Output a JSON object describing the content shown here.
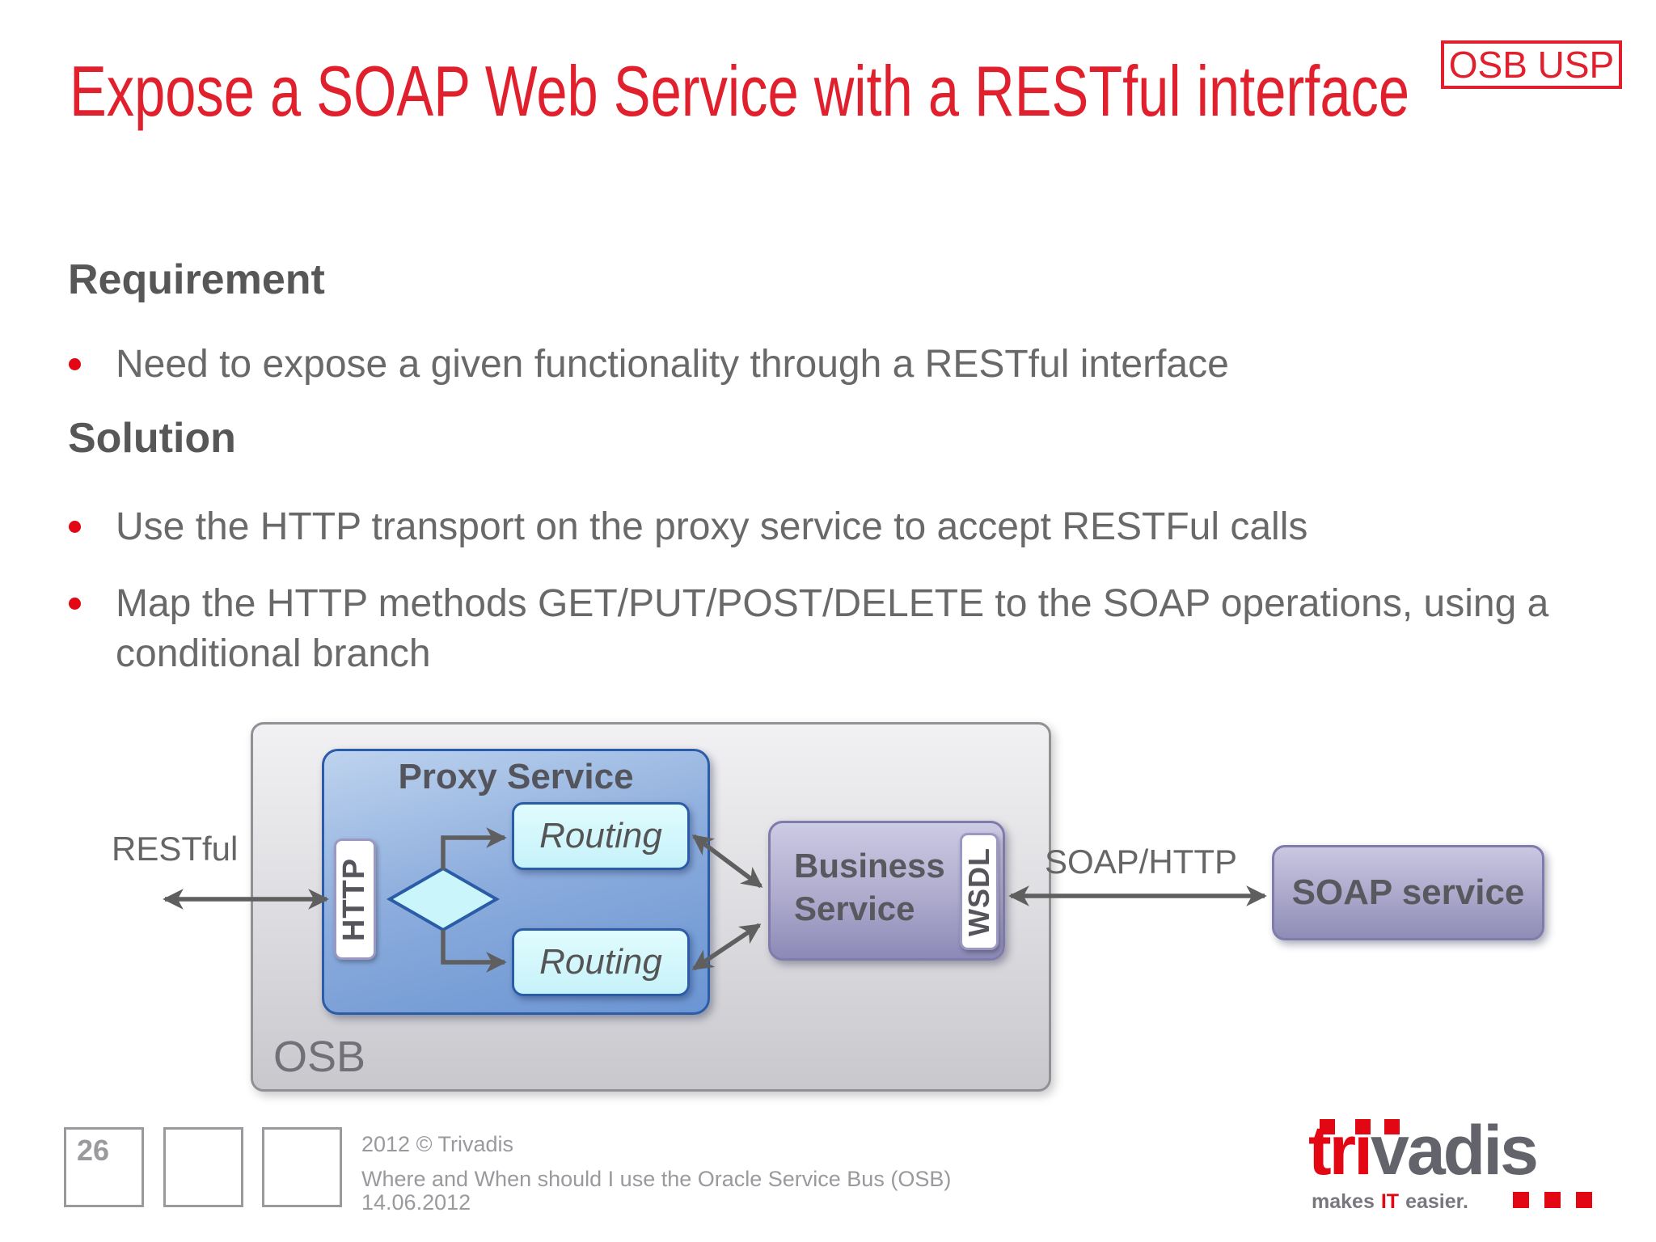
{
  "slide": {
    "title": "Expose a SOAP Web Service with a RESTful interface",
    "badge": "OSB USP"
  },
  "content": {
    "requirement_heading": "Requirement",
    "requirement_bullet": "Need to expose a given functionality through a RESTful interface",
    "solution_heading": "Solution",
    "solution_bullet_1": "Use the HTTP transport on the proxy service to accept RESTFul calls",
    "solution_bullet_2": "Map the HTTP methods GET/PUT/POST/DELETE to the SOAP operations, using a conditional branch"
  },
  "diagram": {
    "osb_label": "OSB",
    "proxy_service_label": "Proxy Service",
    "http_transport_label": "HTTP",
    "routing_top_label": "Routing",
    "routing_bottom_label": "Routing",
    "business_service_label": "Business Service",
    "wsdl_label": "WSDL",
    "soap_service_label": "SOAP service",
    "restful_label": "RESTful",
    "soap_http_label": "SOAP/HTTP"
  },
  "footer": {
    "page_number": "26",
    "copyright": "2012 © Trivadis",
    "presentation_title": "Where and When should I use the Oracle Service Bus (OSB)",
    "date": "14.06.2012"
  },
  "logo": {
    "brand_red": "tri",
    "brand_gray": "vadis",
    "tagline_makes": "makes",
    "tagline_it": "IT",
    "tagline_easier": "easier."
  },
  "colors": {
    "accent_red": "#e1202e",
    "logo_red": "#e30613",
    "heading_gray": "#575757",
    "body_gray": "#696969",
    "footer_gray": "#9a999e",
    "arrow_gray": "#5f5f5f",
    "proxy_border_blue": "#2b5ca8",
    "service_border_purple": "#7f7cab"
  }
}
